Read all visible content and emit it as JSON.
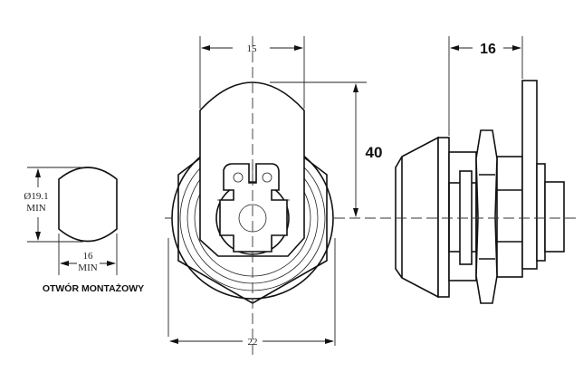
{
  "mounting_hole": {
    "diameter_label": "Ø19.1",
    "diameter_min": "MIN",
    "width_label": "16",
    "width_min": "MIN",
    "caption": "OTWÓR MONTAŻOWY"
  },
  "front_view": {
    "cam_width_label": "15",
    "cam_length_label": "40",
    "body_width_label": "22"
  },
  "side_view": {
    "depth_label": "16"
  }
}
